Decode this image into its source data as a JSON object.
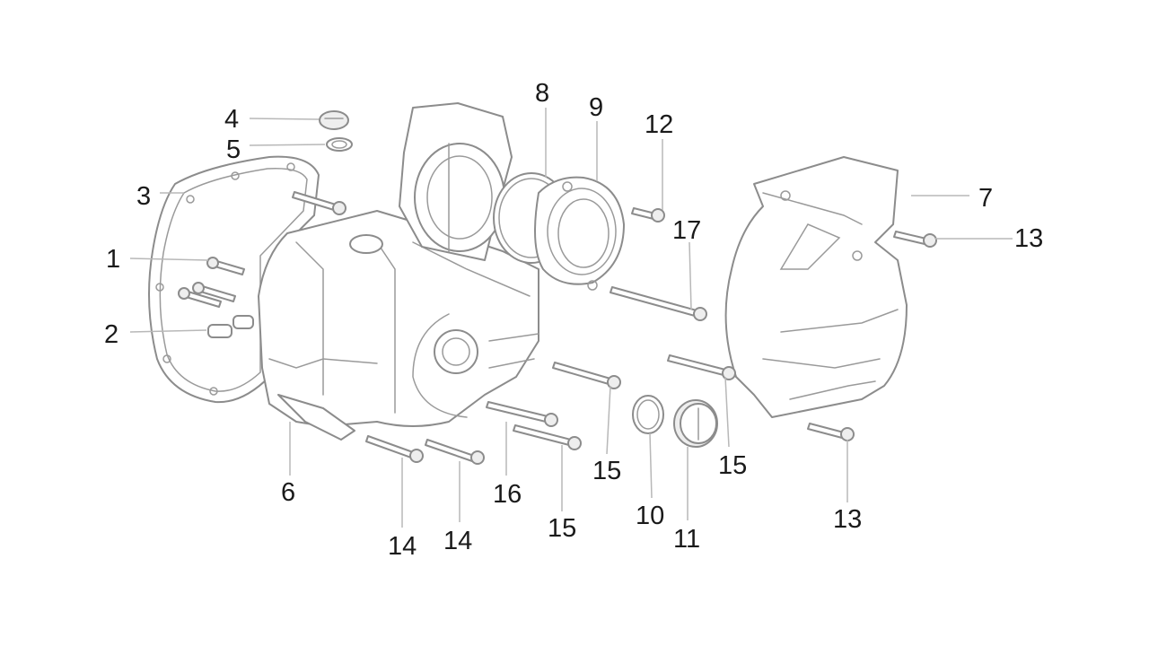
{
  "diagram": {
    "callouts": [
      "1",
      "2",
      "3",
      "4",
      "5",
      "6",
      "7",
      "8",
      "9",
      "10",
      "11",
      "12",
      "13",
      "13",
      "14",
      "14",
      "15",
      "15",
      "15",
      "16",
      "17"
    ]
  }
}
